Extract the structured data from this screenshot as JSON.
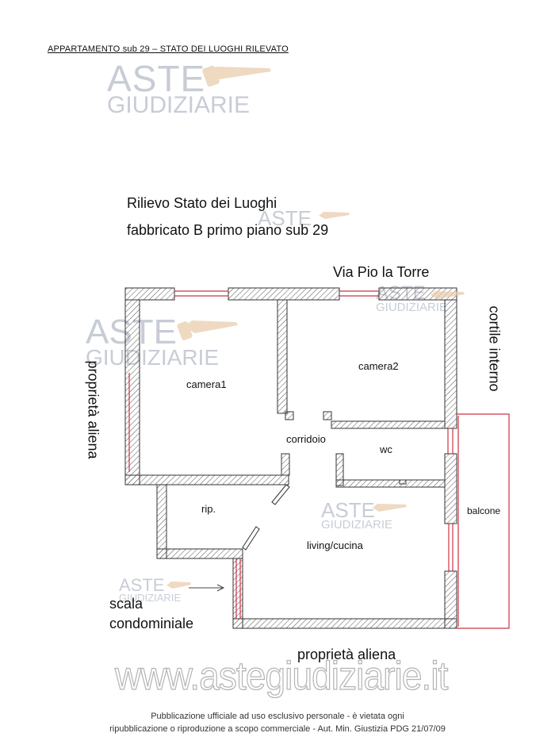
{
  "header": "APPARTAMENTO sub 29 – STATO DEI LUOGHI RILEVATO",
  "title_line1": "Rilievo Stato dei Luoghi",
  "title_line2": "fabbricato B primo piano sub 29",
  "street": "Via Pio la Torre",
  "rooms": {
    "camera1": "camera1",
    "camera2": "camera2",
    "corridoio": "corridoio",
    "wc": "wc",
    "rip": "rip.",
    "living": "living/cucina",
    "balcone": "balcone"
  },
  "labels": {
    "cortile": "cortile interno",
    "proprieta_left": "proprietà aliena",
    "proprieta_bottom": "proprietà aliena",
    "scala_line1": "scala",
    "scala_line2": "condominiale"
  },
  "watermark": {
    "aste": "ASTE",
    "giudiziarie": "GIUDIZIARIE",
    "url": "www.astegiudiziarie.it"
  },
  "footer_line1": "Pubblicazione ufficiale ad uso esclusivo personale - è vietata ogni",
  "footer_line2": "ripubblicazione o riproduzione a scopo commerciale - Aut. Min. Giustizia PDG 21/07/09",
  "colors": {
    "wall": "#333333",
    "window": "#cc3344",
    "watermark": "#9aa3b5"
  }
}
